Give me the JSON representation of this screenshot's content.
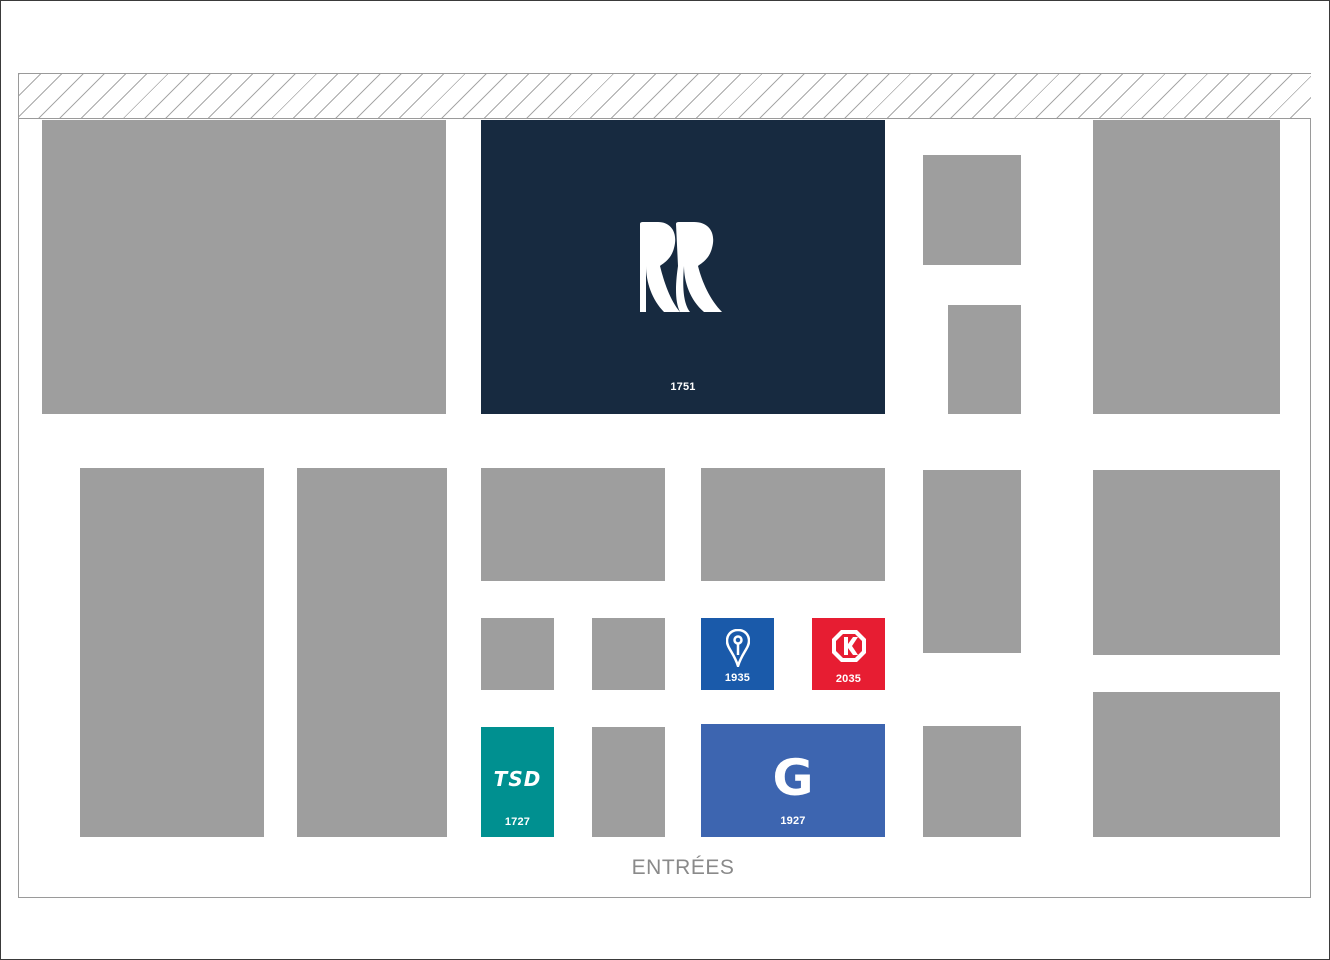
{
  "map": {
    "entrance_label": "ENTRÉES"
  },
  "colors": {
    "booth_default": "#9e9e9e",
    "navy": "#172a40",
    "blue": "#1a5aaa",
    "red": "#e71d32",
    "teal": "#009090",
    "royal_blue": "#3d65b0"
  },
  "booths": {
    "b1751": {
      "number": "1751",
      "logo": "rr-logo-icon"
    },
    "b1935": {
      "number": "1935",
      "logo": "map-pin-icon"
    },
    "b2035": {
      "number": "2035",
      "logo": "k-badge-icon"
    },
    "b1727": {
      "number": "1727",
      "logo_text": "TSD"
    },
    "b1927": {
      "number": "1927",
      "logo_text": "G"
    }
  }
}
